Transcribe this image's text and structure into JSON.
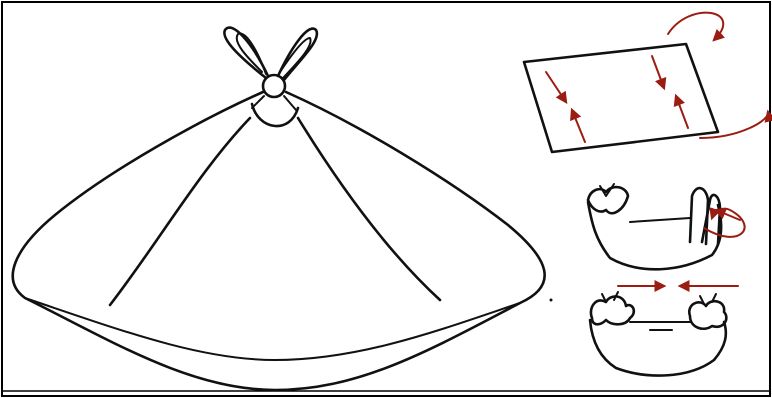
{
  "diagram": {
    "colors": {
      "background": "#ffffff",
      "ink": "#111111",
      "frame": "#000000",
      "arrow": "#9b1c12"
    },
    "panels": [
      {
        "id": "knotted-cloth-bag",
        "icon": "bag-with-bunny-ear-knot"
      },
      {
        "id": "step-1-fold-rectangle",
        "icon": "rectangle-with-fold-arrows"
      },
      {
        "id": "step-2-tie-corners",
        "icon": "bag-tying-corners"
      },
      {
        "id": "step-3-pull-together",
        "icon": "bag-with-two-knots"
      }
    ]
  }
}
